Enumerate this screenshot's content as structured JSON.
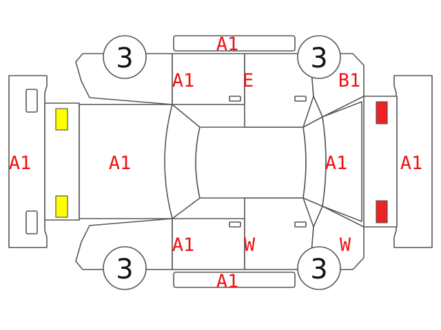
{
  "diagram": {
    "colors": {
      "outline": "#555555",
      "code_text": "#ee1111",
      "wheel_text": "#111111",
      "yellow_lamp": "#ffff00",
      "red_lamp": "#ee2222"
    },
    "wheels": {
      "front_left": "3",
      "front_right": "3",
      "rear_left": "3",
      "rear_right": "3"
    },
    "codes": {
      "roof_strip_top": "A1",
      "roof_strip_bottom": "A1",
      "front_bumper": "A1",
      "rear_bumper": "A1",
      "hood": "A1",
      "trunk": "A1",
      "front_door_top": "A1",
      "rear_door_top": "E",
      "rear_fender_top": "B1",
      "front_door_bottom": "A1",
      "rear_door_bottom": "W",
      "rear_fender_bottom": "W"
    }
  }
}
